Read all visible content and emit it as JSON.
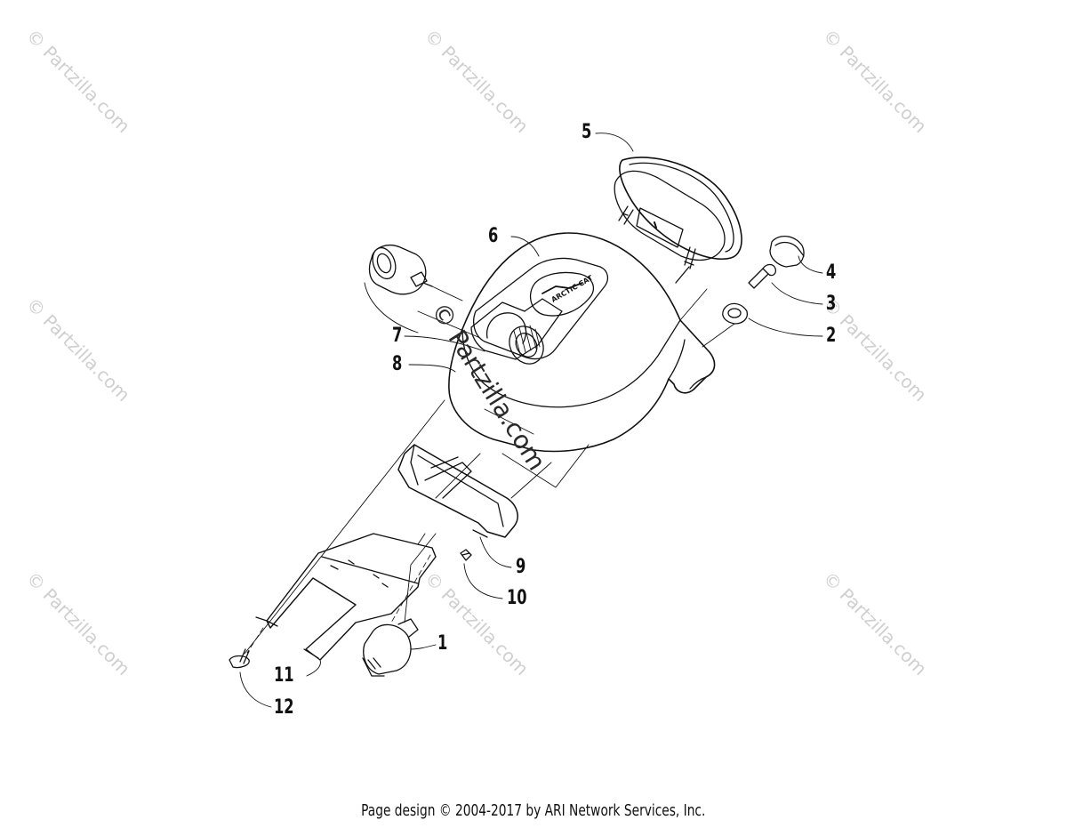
{
  "callouts": [
    {
      "id": "1",
      "label": "1"
    },
    {
      "id": "2",
      "label": "2"
    },
    {
      "id": "3",
      "label": "3"
    },
    {
      "id": "4",
      "label": "4"
    },
    {
      "id": "5",
      "label": "5"
    },
    {
      "id": "6",
      "label": "6"
    },
    {
      "id": "7",
      "label": "7"
    },
    {
      "id": "8",
      "label": "8"
    },
    {
      "id": "9",
      "label": "9"
    },
    {
      "id": "10",
      "label": "10"
    },
    {
      "id": "11",
      "label": "11"
    },
    {
      "id": "12",
      "label": "12"
    }
  ],
  "watermark": "© Partzilla.com",
  "logo_text": "ARCTIC CAT",
  "footer": "Page design © 2004-2017 by ARI Network Services, Inc."
}
